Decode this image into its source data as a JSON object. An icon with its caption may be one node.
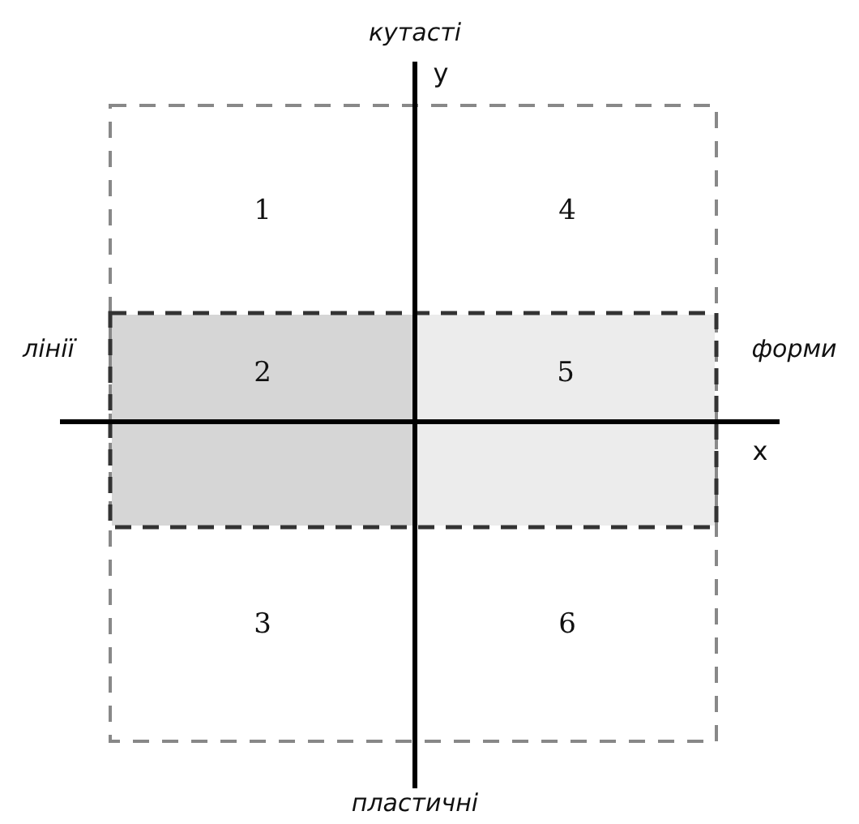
{
  "diagram": {
    "nodes": [
      {
        "text": [
          "2"
        ]
      },
      {
        "text": [
          "5"
        ]
      }
    ],
    "labels": [
      "кутасті",
      "y",
      "1",
      "4",
      "лінії",
      "форми",
      "x",
      "3",
      "6",
      "пластичні"
    ]
  }
}
